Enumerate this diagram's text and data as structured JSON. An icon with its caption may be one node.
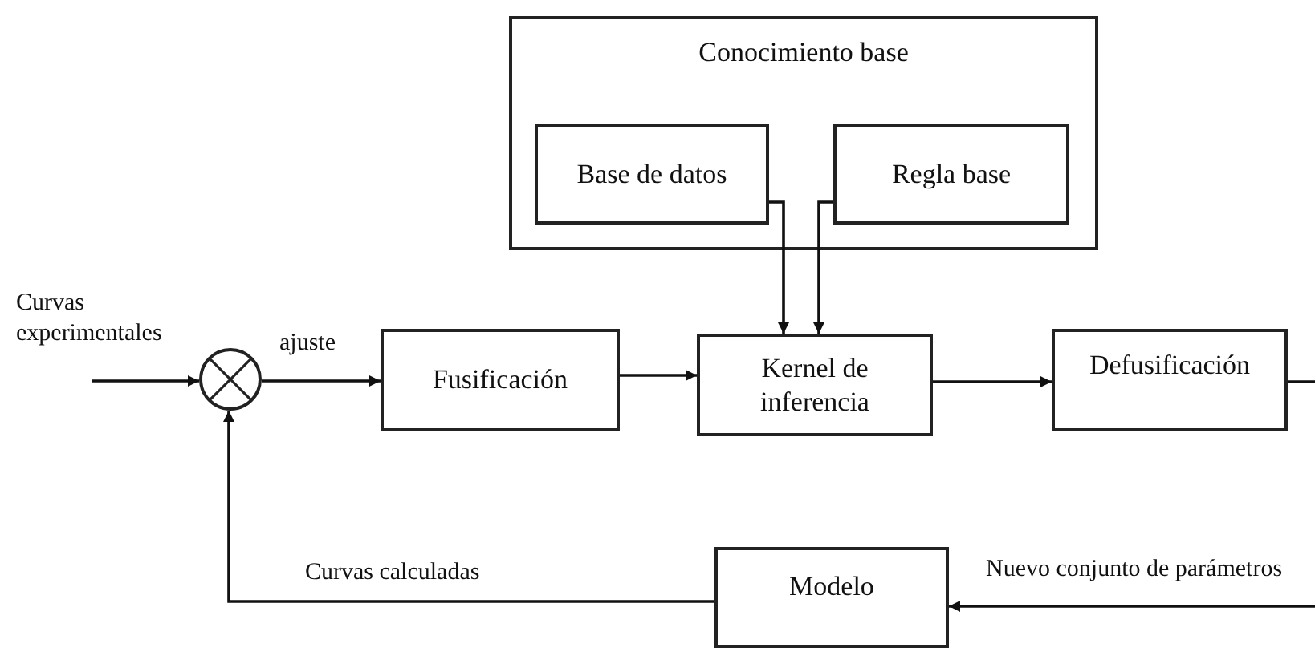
{
  "diagram": {
    "nodes": [
      {
        "text": [
          "Conocimiento base"
        ]
      },
      {
        "text": [
          "Base de datos"
        ],
        "in": 0
      },
      {
        "text": [
          "Regla base"
        ],
        "in": 0
      },
      {
        "text": [
          "Curvas experimentales"
        ]
      },
      {
        "text": [],
        "shape": "circle"
      },
      {
        "text": [
          "Fusificación"
        ]
      },
      {
        "text": [
          "Kernel de inferencia"
        ]
      },
      {
        "text": [
          "Defusificación"
        ]
      },
      {
        "text": [
          "Modelo"
        ]
      }
    ],
    "edges": [
      {
        "from": 3,
        "to": 4,
        "arrow": "to"
      },
      {
        "from": 4,
        "to": 5,
        "arrow": "to",
        "label": "ajuste"
      },
      {
        "from": 5,
        "to": 6,
        "arrow": "to"
      },
      {
        "from": 1,
        "to": 6,
        "arrow": "to"
      },
      {
        "from": 2,
        "to": 6,
        "arrow": "to"
      },
      {
        "from": 6,
        "to": 7,
        "arrow": "to"
      },
      {
        "from": 7,
        "to": null,
        "arrow": "none"
      },
      {
        "from": 8,
        "to": 4,
        "arrow": "to",
        "label": "Curvas calculadas"
      },
      {
        "from": null,
        "to": 8,
        "arrow": "to",
        "label": "Nuevo conjunto de parámetros"
      }
    ]
  }
}
